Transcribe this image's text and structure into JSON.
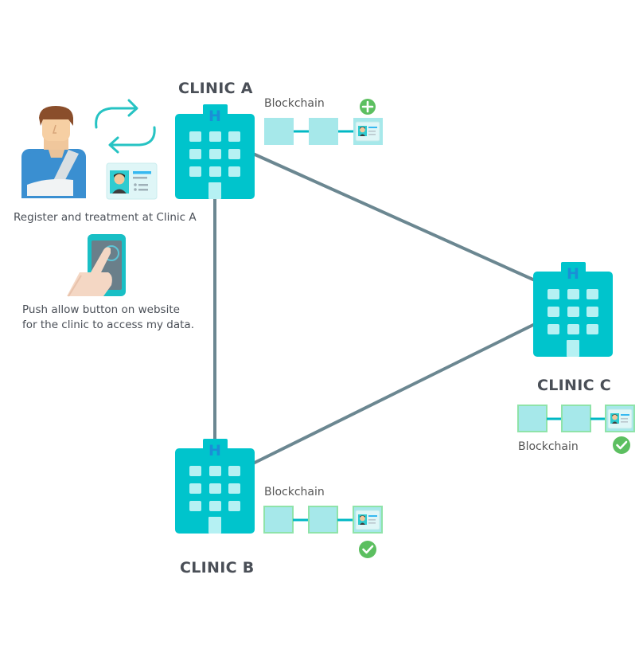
{
  "clinics": {
    "a": {
      "title": "CLINIC A",
      "blockchain_label": "Blockchain",
      "status": "add"
    },
    "b": {
      "title": "CLINIC B",
      "blockchain_label": "Blockchain",
      "status": "verified"
    },
    "c": {
      "title": "CLINIC C",
      "blockchain_label": "Blockchain",
      "status": "verified"
    }
  },
  "patient": {
    "register_caption": "Register and treatment at Clinic A",
    "allow_caption_line1": "Push allow button on website",
    "allow_caption_line2": "for the clinic to access my data."
  },
  "hospital_sign": "H",
  "colors": {
    "building": "#00c4cc",
    "building_dark": "#00a9b0",
    "connection_line": "#6b8791",
    "block_fill": "#a6e8ea",
    "block_border_verified": "#8fe3a9",
    "chain_link": "#00b8c4",
    "success_green": "#5cbf60"
  },
  "icons": [
    "hospital-icon",
    "patient-icon",
    "refresh-arrows-icon",
    "id-card-icon",
    "phone-tap-icon",
    "plus-circle-icon",
    "check-circle-icon"
  ]
}
